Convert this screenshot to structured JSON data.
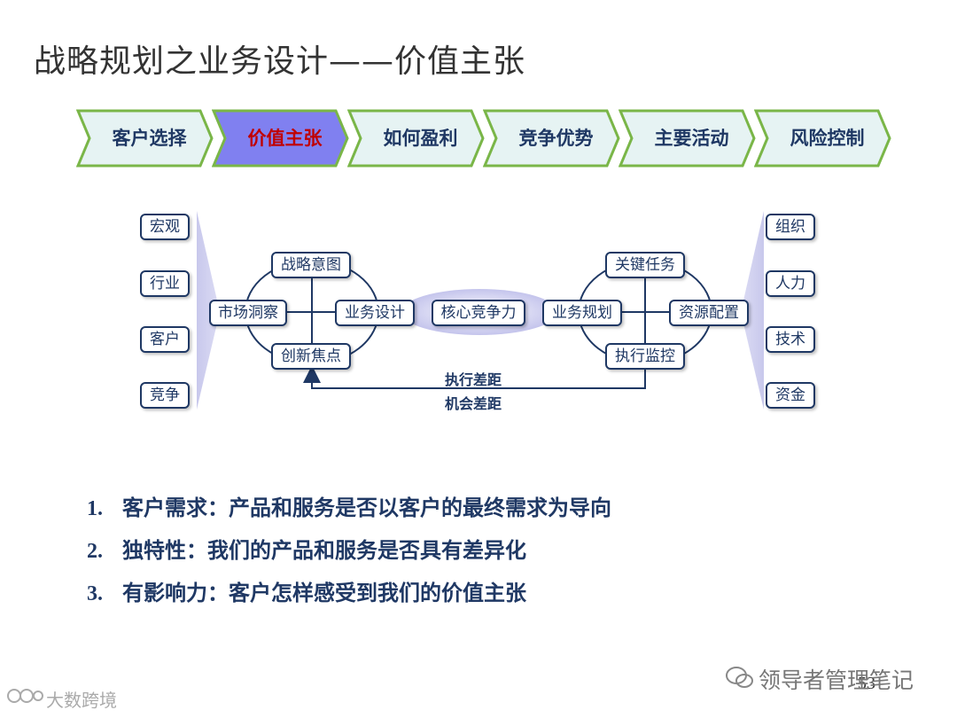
{
  "title": "战略规划之业务设计——价值主张",
  "steps": [
    "客户选择",
    "价值主张",
    "如何盈利",
    "竞争优势",
    "主要活动",
    "风险控制"
  ],
  "active_step": 1,
  "left_factors": [
    "宏观",
    "行业",
    "客户",
    "竞争"
  ],
  "right_factors": [
    "组织",
    "人力",
    "技术",
    "资金"
  ],
  "diagram": {
    "left": {
      "center": "市场洞察",
      "top": "战略意图",
      "right": "业务设计",
      "bottom": "创新焦点"
    },
    "middle": "核心竞争力",
    "right": {
      "left": "业务规划",
      "top": "关键任务",
      "right": "资源配置",
      "bottom": "执行监控"
    },
    "gap1": "执行差距",
    "gap2": "机会差距"
  },
  "points": [
    {
      "num": "1.",
      "text": "客户需求：产品和服务是否以客户的最终需求为导向"
    },
    {
      "num": "2.",
      "text": "独特性：我们的产品和服务是否具有差异化"
    },
    {
      "num": "3.",
      "text": "有影响力：客户怎样感受到我们的价值主张"
    }
  ],
  "page_number": "53",
  "watermark_right": "领导者管理笔记",
  "watermark_left": "大数跨境",
  "colors": {
    "accent": "#1f3864",
    "active_fill": "#8080f0",
    "active_text": "#c00000",
    "chevron_border": "#7ab648",
    "chevron_fill": "#e6f3f3"
  }
}
